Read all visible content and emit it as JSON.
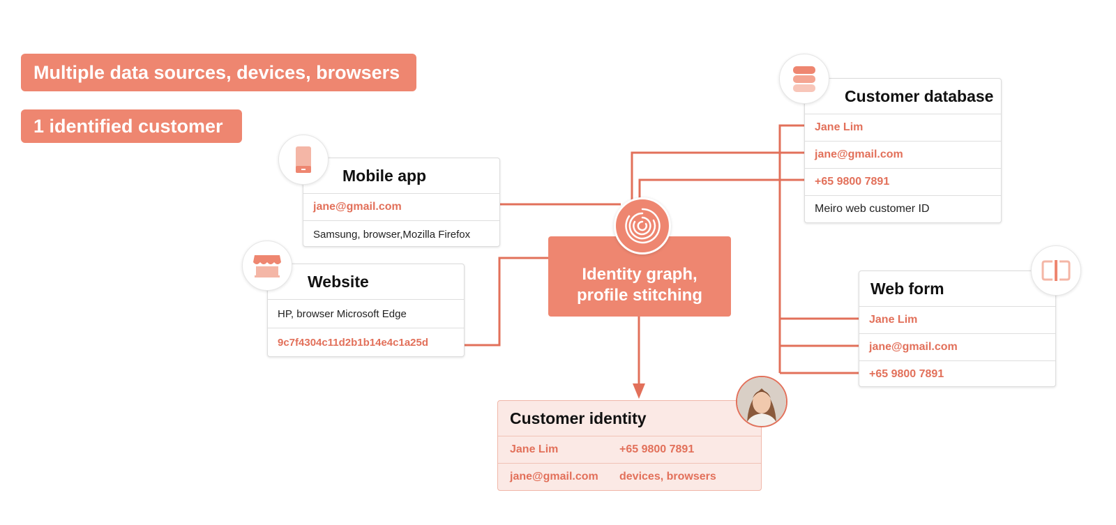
{
  "headline": {
    "line1": "Multiple data sources, devices, browsers",
    "line2": "1 identified customer"
  },
  "colors": {
    "accent": "#ee8670",
    "accent_text": "#e2705a",
    "identity_bg": "#fbe9e5"
  },
  "mobile_app": {
    "icon": "smartphone-icon",
    "title": "Mobile app",
    "rows": [
      "jane@gmail.com",
      "Samsung, browser,Mozilla Firefox"
    ]
  },
  "website": {
    "icon": "storefront-icon",
    "title": "Website",
    "rows": [
      "HP,  browser Microsoft Edge",
      "9c7f4304c11d2b1b14e4c1a25d"
    ]
  },
  "customer_database": {
    "icon": "database-icon",
    "title": "Customer database",
    "rows": [
      "Jane Lim",
      "jane@gmail.com",
      "+65 9800 7891",
      "Meiro web customer ID"
    ]
  },
  "web_form": {
    "icon": "form-icon",
    "title": "Web form",
    "rows": [
      "Jane Lim",
      "jane@gmail.com",
      "+65 9800 7891"
    ]
  },
  "hub": {
    "icon": "fingerprint-icon",
    "line1": "Identity graph,",
    "line2": "profile stitching"
  },
  "customer_identity": {
    "title": "Customer identity",
    "avatar": "avatar-photo",
    "rows": [
      [
        "Jane Lim",
        "+65 9800 7891"
      ],
      [
        "jane@gmail.com",
        "devices, browsers"
      ]
    ]
  }
}
